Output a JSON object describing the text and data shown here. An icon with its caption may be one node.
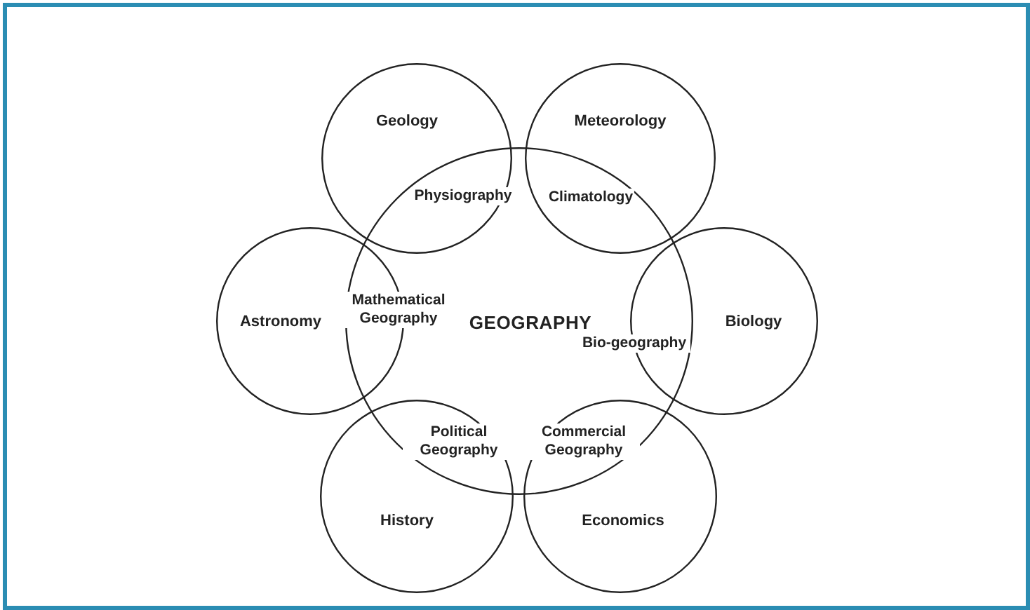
{
  "diagram": {
    "nodes": [
      {
        "text": [
          "Geology"
        ]
      },
      {
        "text": [
          "Meteorology"
        ]
      },
      {
        "text": [
          "Astronomy"
        ]
      },
      {
        "text": [
          "GEOGRAPHY"
        ]
      },
      {
        "text": [
          "Biology"
        ]
      },
      {
        "text": [
          "History"
        ]
      },
      {
        "text": [
          "Economics"
        ]
      }
    ],
    "labels": [
      "Physiography",
      "Climatology",
      "Mathematical Geography",
      "Bio-geography",
      "Political Geography",
      "Commercial Geography"
    ]
  }
}
